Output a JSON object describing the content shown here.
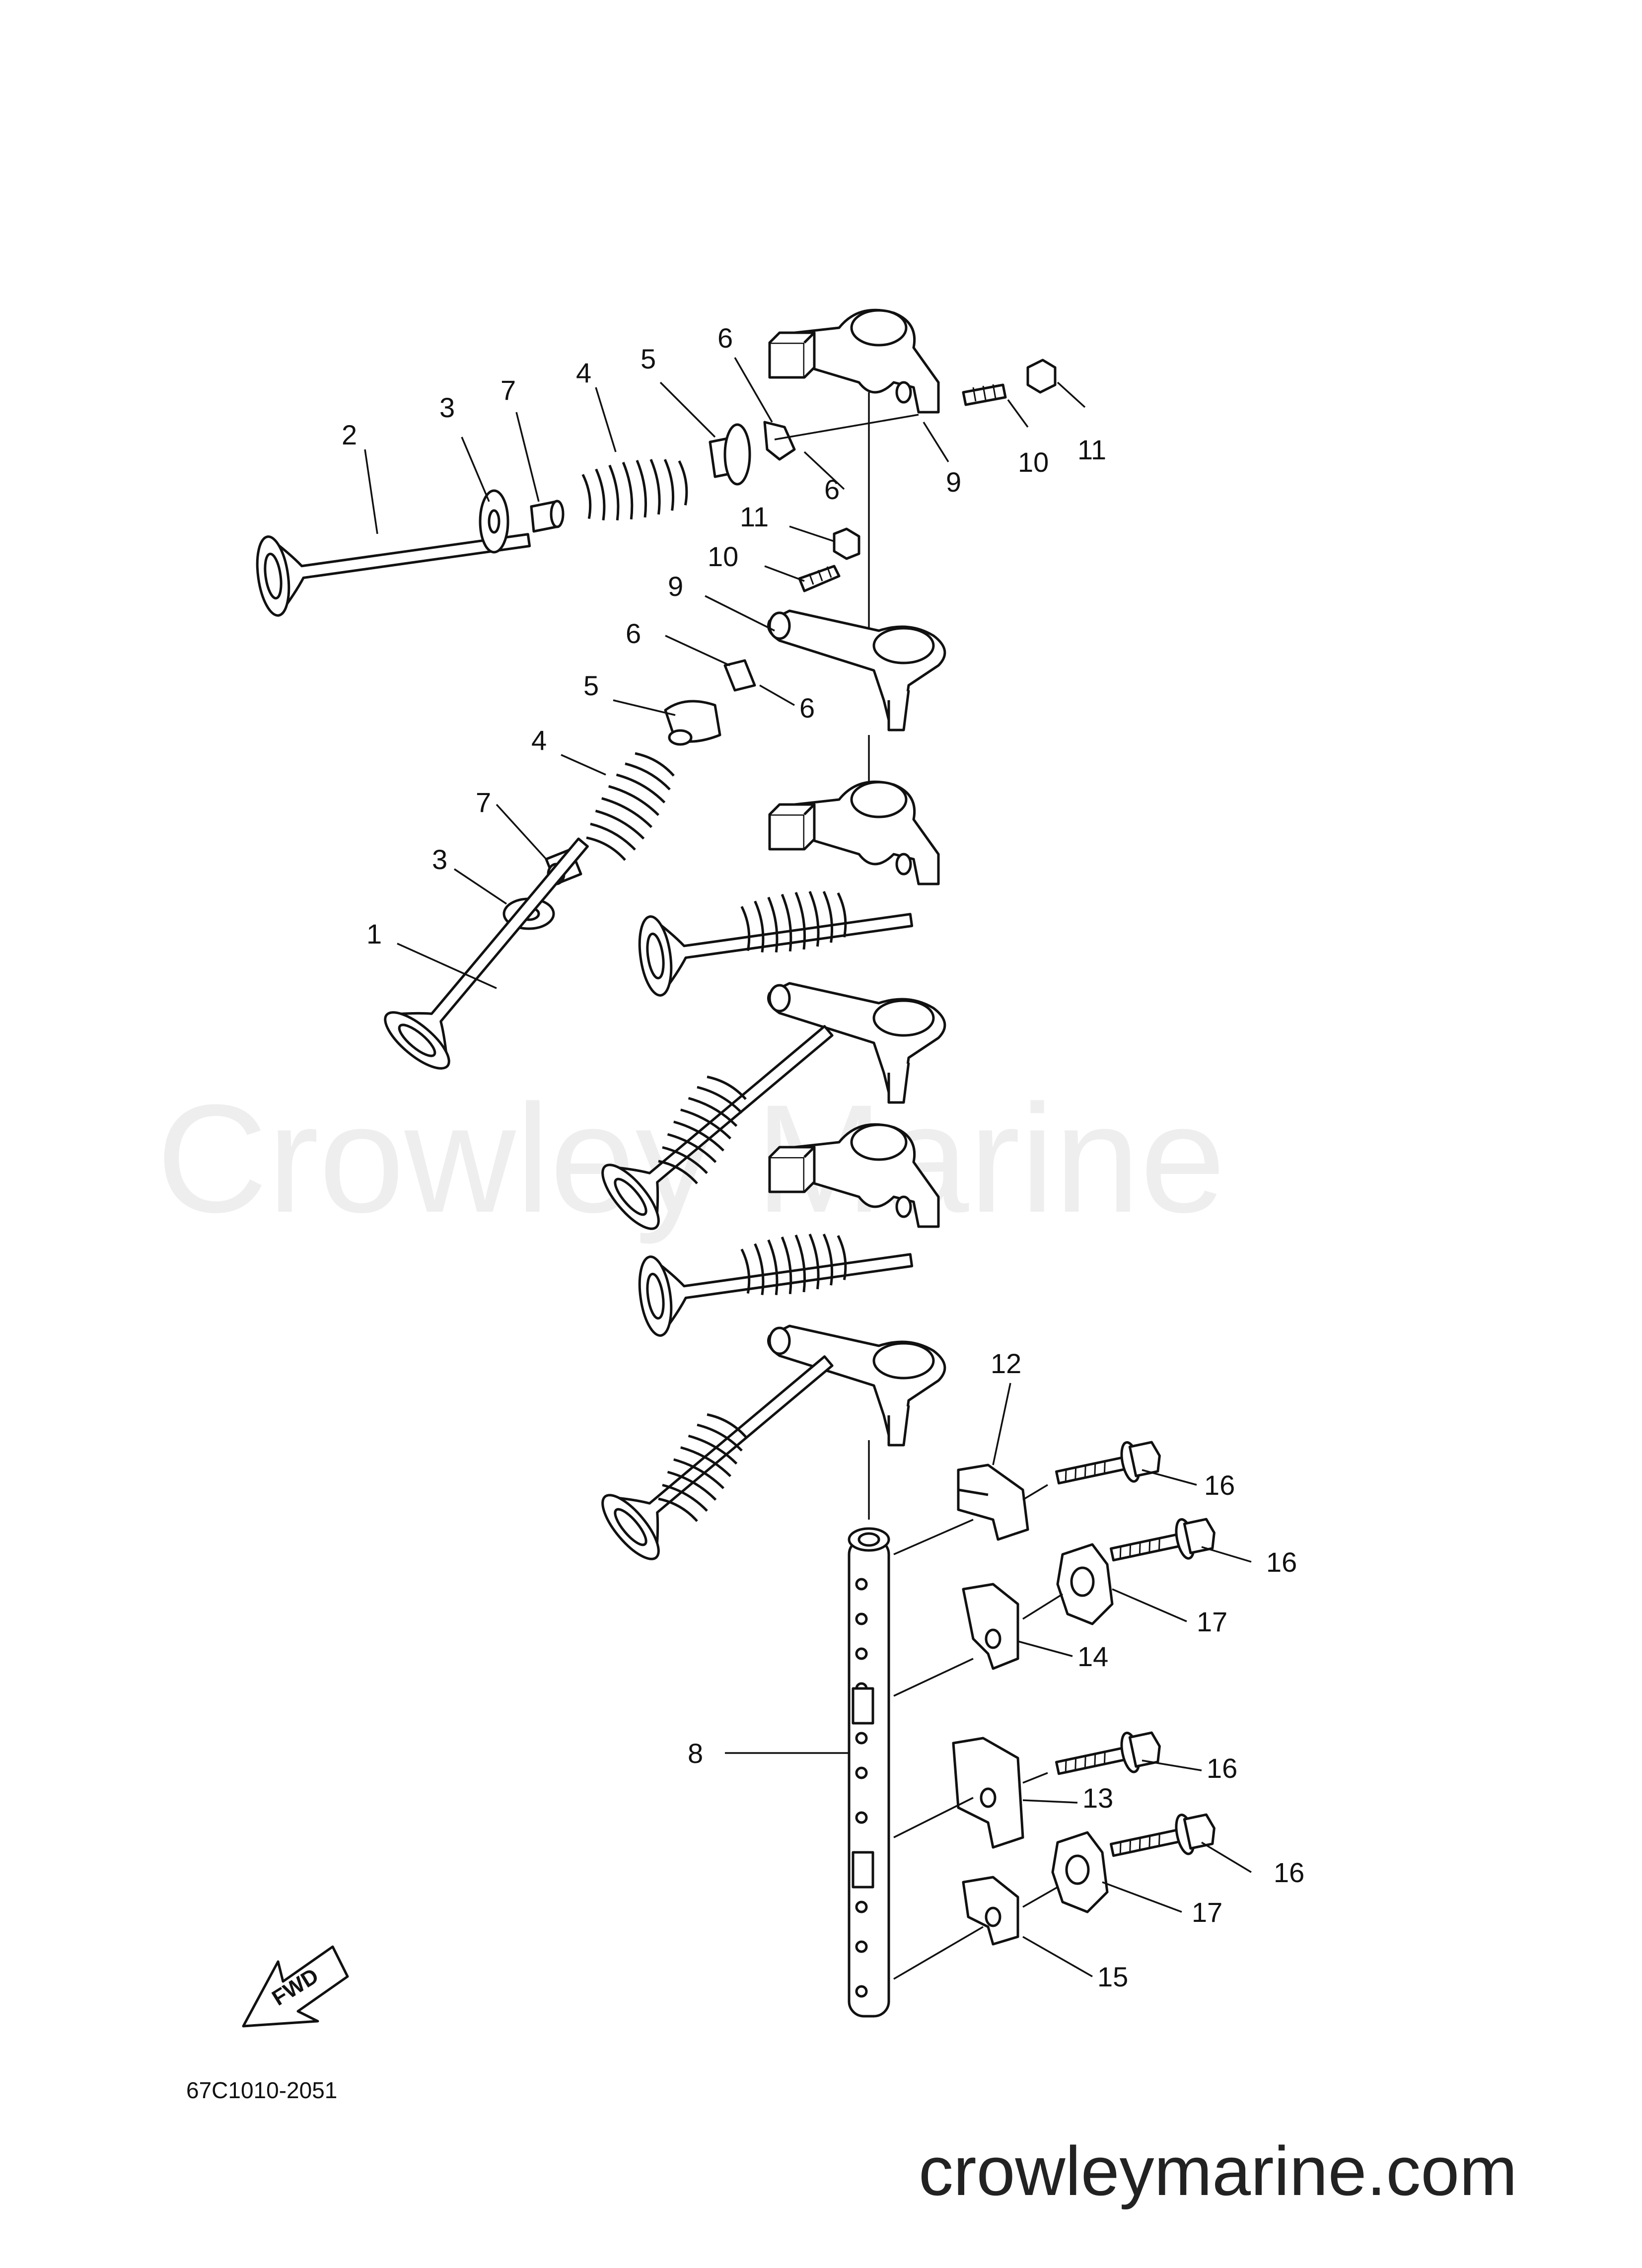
{
  "diagram": {
    "drawing_code": "67C1010-2051",
    "watermark": "Crowley Marine",
    "website": "crowleymarine.com",
    "fwd_arrow_label": "FWD",
    "callouts": [
      {
        "id": "c-2",
        "label": "2"
      },
      {
        "id": "c-3a",
        "label": "3"
      },
      {
        "id": "c-7a",
        "label": "7"
      },
      {
        "id": "c-4a",
        "label": "4"
      },
      {
        "id": "c-5a",
        "label": "5"
      },
      {
        "id": "c-6a",
        "label": "6"
      },
      {
        "id": "c-6b",
        "label": "6"
      },
      {
        "id": "c-9a",
        "label": "9"
      },
      {
        "id": "c-10a",
        "label": "10"
      },
      {
        "id": "c-11a",
        "label": "11"
      },
      {
        "id": "c-11b",
        "label": "11"
      },
      {
        "id": "c-10b",
        "label": "10"
      },
      {
        "id": "c-9b",
        "label": "9"
      },
      {
        "id": "c-6c",
        "label": "6"
      },
      {
        "id": "c-6d",
        "label": "6"
      },
      {
        "id": "c-5b",
        "label": "5"
      },
      {
        "id": "c-4b",
        "label": "4"
      },
      {
        "id": "c-7b",
        "label": "7"
      },
      {
        "id": "c-3b",
        "label": "3"
      },
      {
        "id": "c-1",
        "label": "1"
      },
      {
        "id": "c-12",
        "label": "12"
      },
      {
        "id": "c-16a",
        "label": "16"
      },
      {
        "id": "c-16b",
        "label": "16"
      },
      {
        "id": "c-17a",
        "label": "17"
      },
      {
        "id": "c-14",
        "label": "14"
      },
      {
        "id": "c-8",
        "label": "8"
      },
      {
        "id": "c-16c",
        "label": "16"
      },
      {
        "id": "c-13",
        "label": "13"
      },
      {
        "id": "c-16d",
        "label": "16"
      },
      {
        "id": "c-17b",
        "label": "17"
      },
      {
        "id": "c-15",
        "label": "15"
      }
    ]
  }
}
